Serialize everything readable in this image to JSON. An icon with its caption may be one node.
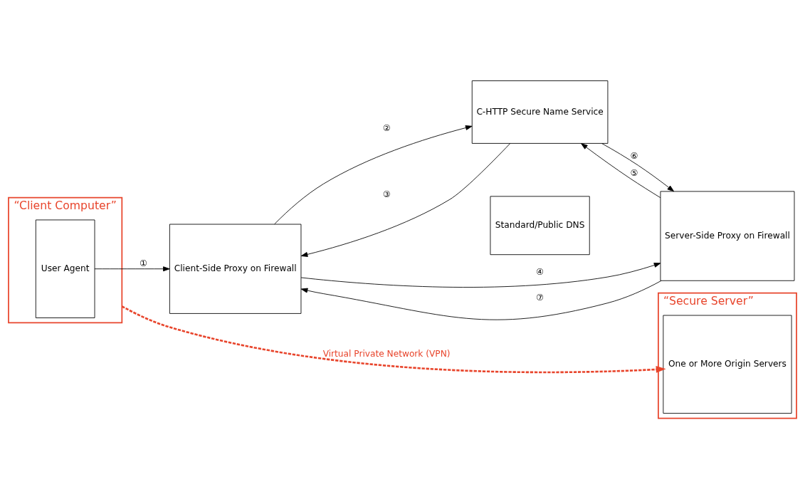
{
  "diagram": {
    "nodes": [
      {
        "text": [
          "“Client Computer”"
        ]
      },
      {
        "text": [
          "User Agent"
        ],
        "in": 0
      },
      {
        "text": [
          "Client-Side Proxy on Firewall"
        ]
      },
      {
        "text": [
          "C-HTTP Secure Name Service"
        ]
      },
      {
        "text": [
          "Server-Side Proxy on Firewall"
        ]
      },
      {
        "text": [
          "“Secure Server”"
        ]
      },
      {
        "text": [
          "One or More Origin Servers"
        ],
        "in": 5
      },
      {
        "text": [
          "Standard/Public DNS"
        ]
      }
    ],
    "edges": [
      {
        "from": 1,
        "to": 2,
        "arrow": "to",
        "label": "①"
      },
      {
        "from": 2,
        "to": 3,
        "arrow": "to",
        "label": "②"
      },
      {
        "from": 3,
        "to": 2,
        "arrow": "to",
        "label": "③"
      },
      {
        "from": 2,
        "to": 4,
        "arrow": "to",
        "label": "④"
      },
      {
        "from": 4,
        "to": 3,
        "arrow": "to",
        "label": "⑤"
      },
      {
        "from": 3,
        "to": 4,
        "arrow": "to",
        "label": "⑥"
      },
      {
        "from": 4,
        "to": 2,
        "arrow": "to",
        "label": "⑦"
      },
      {
        "from": 0,
        "to": 6,
        "arrow": "to",
        "label": "Virtual Private Network (VPN)",
        "style": "dashed",
        "color": "#e8452c"
      }
    ]
  }
}
